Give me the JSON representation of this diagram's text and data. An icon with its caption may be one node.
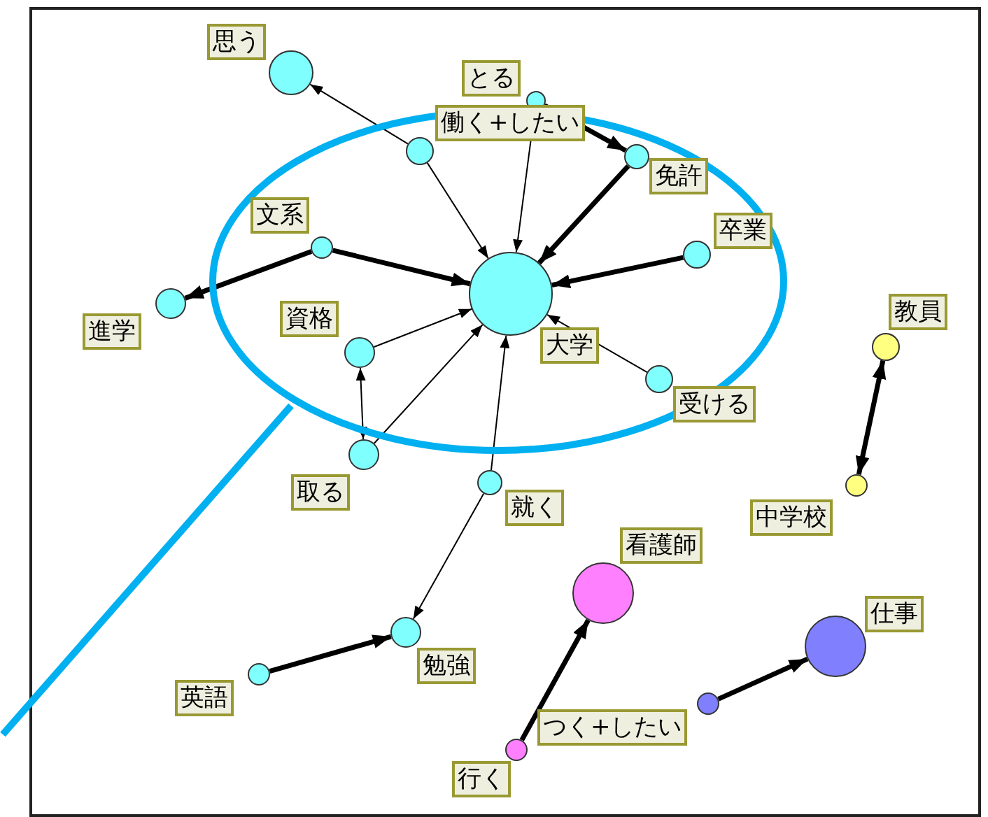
{
  "diagram": {
    "nodes": [
      {
        "text": [],
        "shape": "circle",
        "beside": [
          "思う"
        ]
      },
      {
        "text": [],
        "shape": "circle",
        "beside": [
          "とる"
        ]
      },
      {
        "text": [],
        "shape": "circle",
        "beside": [
          "働く+したい"
        ]
      },
      {
        "text": [],
        "shape": "circle",
        "beside": [
          "免許"
        ]
      },
      {
        "text": [],
        "shape": "circle",
        "beside": [
          "文系"
        ]
      },
      {
        "text": [],
        "shape": "circle",
        "beside": [
          "卒業"
        ]
      },
      {
        "text": [],
        "shape": "circle",
        "beside": [
          "大学"
        ]
      },
      {
        "text": [],
        "shape": "circle",
        "beside": [
          "進学"
        ]
      },
      {
        "text": [],
        "shape": "circle",
        "beside": [
          "資格"
        ]
      },
      {
        "text": [],
        "shape": "circle",
        "beside": [
          "教員"
        ]
      },
      {
        "text": [],
        "shape": "circle",
        "beside": [
          "受ける"
        ]
      },
      {
        "text": [],
        "shape": "circle",
        "beside": [
          "取る"
        ]
      },
      {
        "text": [],
        "shape": "circle",
        "beside": [
          "中学校"
        ]
      },
      {
        "text": [],
        "shape": "circle",
        "beside": [
          "就く"
        ]
      },
      {
        "text": [],
        "shape": "circle",
        "beside": [
          "看護師"
        ]
      },
      {
        "text": [],
        "shape": "circle",
        "beside": [
          "勉強"
        ]
      },
      {
        "text": [],
        "shape": "circle",
        "beside": [
          "仕事"
        ]
      },
      {
        "text": [],
        "shape": "circle",
        "beside": [
          "英語"
        ]
      },
      {
        "text": [],
        "shape": "circle",
        "beside": [
          "つく+したい"
        ]
      },
      {
        "text": [],
        "shape": "circle",
        "beside": [
          "行く"
        ]
      }
    ],
    "edges": [
      {
        "from": 2,
        "to": 0,
        "arrow": "to"
      },
      {
        "from": 2,
        "to": 6,
        "arrow": "to"
      },
      {
        "from": 1,
        "to": 6,
        "arrow": "to"
      },
      {
        "from": 1,
        "to": 3,
        "arrow": "to",
        "style": "thick"
      },
      {
        "from": 3,
        "to": 6,
        "arrow": "to",
        "style": "thick"
      },
      {
        "from": 5,
        "to": 6,
        "arrow": "to",
        "style": "thick"
      },
      {
        "from": 10,
        "to": 6,
        "arrow": "to"
      },
      {
        "from": 4,
        "to": 6,
        "arrow": "to",
        "style": "thick"
      },
      {
        "from": 4,
        "to": 7,
        "arrow": "to",
        "style": "thick"
      },
      {
        "from": 8,
        "to": 6,
        "arrow": "to"
      },
      {
        "from": 11,
        "to": 8,
        "arrow": "both"
      },
      {
        "from": 11,
        "to": 6,
        "arrow": "to"
      },
      {
        "from": 13,
        "to": 6,
        "arrow": "to"
      },
      {
        "from": 13,
        "to": 15,
        "arrow": "to"
      },
      {
        "from": 17,
        "to": 15,
        "arrow": "to",
        "style": "thick"
      },
      {
        "from": 19,
        "to": 14,
        "arrow": "to",
        "style": "thick"
      },
      {
        "from": 18,
        "to": 16,
        "arrow": "to",
        "style": "thick"
      },
      {
        "from": 12,
        "to": 9,
        "arrow": "both",
        "style": "thick"
      }
    ]
  }
}
